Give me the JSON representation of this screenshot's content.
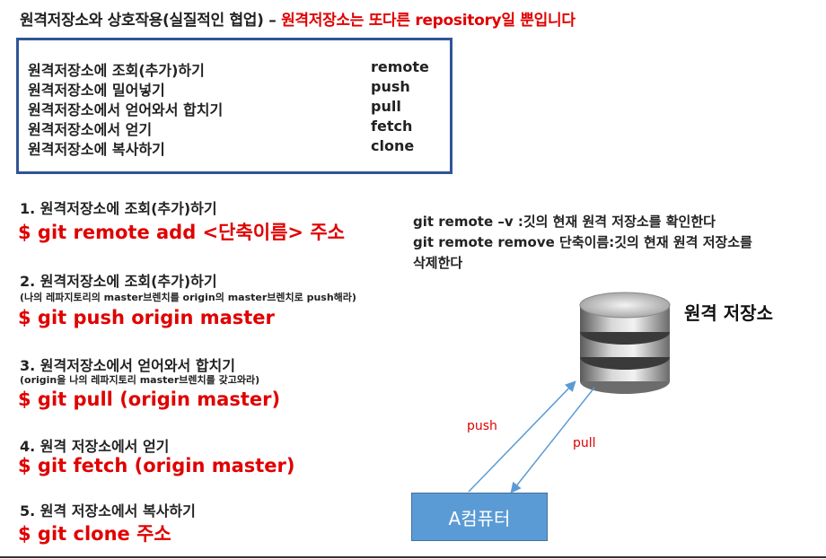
{
  "title": {
    "main": "원격저장소와 상호작용(실질적인 협업) – ",
    "highlight": "원격저장소는 또다른 repository일 뿐입니다"
  },
  "summary": [
    {
      "label": "원격저장소에 조회(추가)하기",
      "cmd": "remote"
    },
    {
      "label": "원격저장소에 밀어넣기",
      "cmd": "push"
    },
    {
      "label": "원격저장소에서 얻어와서 합치기",
      "cmd": "pull"
    },
    {
      "label": "원격저장소에서 얻기",
      "cmd": "fetch"
    },
    {
      "label": "원격저장소에 복사하기",
      "cmd": "clone"
    }
  ],
  "sections": [
    {
      "heading": "1. 원격저장소에 조회(추가)하기",
      "note": "",
      "command": "$ git remote add <단축이름> 주소"
    },
    {
      "heading": "2. 원격저장소에 조회(추가)하기",
      "note": "(나의 레파지토리의 master브렌치를 origin의 master브렌치로 push해라)",
      "command": "$ git push origin master"
    },
    {
      "heading": "3. 원격저장소에서 얻어와서 합치기",
      "note": "(origin을 나의 레파지토리 master브렌치를 갖고와라)",
      "command": "$ git pull (origin master)"
    },
    {
      "heading": "4. 원격 저장소에서 얻기",
      "note": "",
      "command": "$ git fetch (origin master)"
    },
    {
      "heading": "5. 원격 저장소에서 복사하기",
      "note": "",
      "command": "$ git clone 주소"
    }
  ],
  "remote_notes": [
    "git remote –v  :깃의 현재 원격 저장소를 확인한다",
    "git remote remove 단축이름:깃의 현재 원격 저장소를",
    "삭제한다"
  ],
  "diagram": {
    "server_label": "원격 저장소",
    "computer_label": "A컴퓨터",
    "push_label": "push",
    "pull_label": "pull",
    "server_icon": "database-icon"
  },
  "colors": {
    "accent_red": "#e00000",
    "box_border": "#2f5597",
    "computer_fill": "#5b9bd5",
    "arrow": "#5b9bd5"
  }
}
